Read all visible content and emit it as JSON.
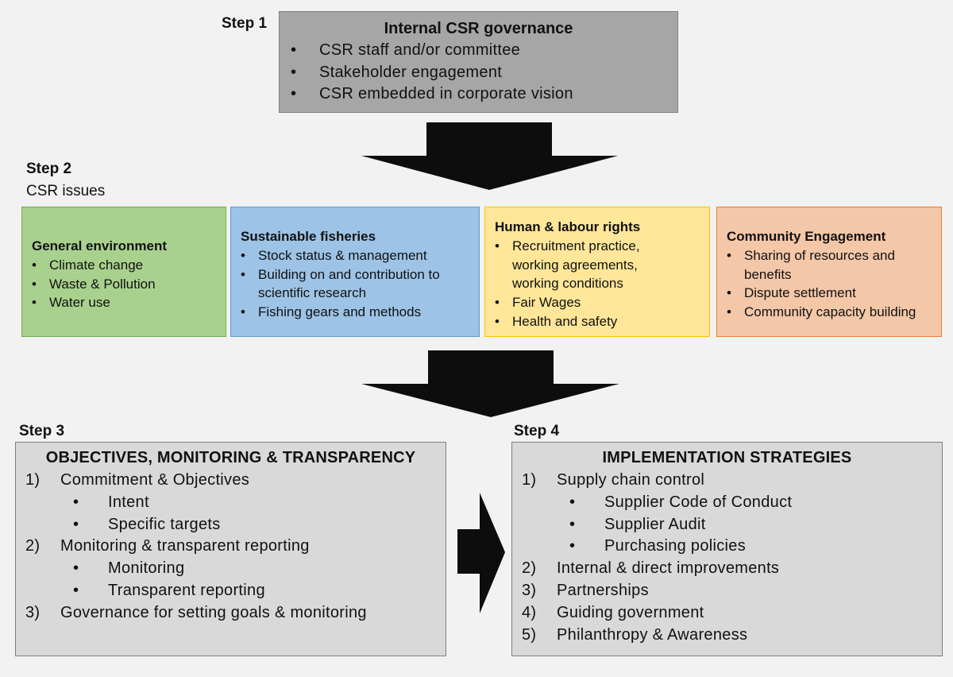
{
  "steps": {
    "step1": "Step 1",
    "step2": "Step 2",
    "step2_sub": "CSR issues",
    "step3": "Step 3",
    "step4": "Step 4"
  },
  "governance": {
    "title": "Internal CSR governance",
    "items": [
      "CSR staff and/or committee",
      "Stakeholder engagement",
      "CSR embedded in corporate vision"
    ]
  },
  "issues": [
    {
      "title": "General environment",
      "items": [
        "Climate change",
        "Waste & Pollution",
        "Water use"
      ],
      "color": "#a9d18e",
      "border": "#70ad47"
    },
    {
      "title": "Sustainable fisheries",
      "items": [
        "Stock status & management",
        "Building on and contribution to scientific research",
        "Fishing gears and methods"
      ],
      "color": "#9dc3e6",
      "border": "#5b9bd5"
    },
    {
      "title": "Human & labour rights",
      "items": [
        "Recruitment practice, working agreements, working conditions",
        "Fair Wages",
        "Health and safety"
      ],
      "color": "#ffe699",
      "border": "#ffc000"
    },
    {
      "title": "Community Engagement",
      "items": [
        "Sharing of resources and benefits",
        "Dispute settlement",
        "Community capacity building"
      ],
      "color": "#f4c7a8",
      "border": "#ed7d31"
    }
  ],
  "objectives": {
    "title": "OBJECTIVES, MONITORING & TRANSPARENCY",
    "items": [
      {
        "num": "1)",
        "text": "Commitment & Objectives",
        "sub": [
          "Intent",
          "Specific targets"
        ]
      },
      {
        "num": "2)",
        "text": "Monitoring & transparent reporting",
        "sub": [
          "Monitoring",
          "Transparent reporting"
        ]
      },
      {
        "num": "3)",
        "text": "Governance for setting goals & monitoring",
        "sub": []
      }
    ]
  },
  "implementation": {
    "title": "IMPLEMENTATION STRATEGIES",
    "items": [
      {
        "num": "1)",
        "text": "Supply chain control",
        "sub": [
          "Supplier Code of Conduct",
          "Supplier Audit",
          "Purchasing policies"
        ]
      },
      {
        "num": "2)",
        "text": "Internal  & direct improvements",
        "sub": []
      },
      {
        "num": "3)",
        "text": "Partnerships",
        "sub": []
      },
      {
        "num": "4)",
        "text": "Guiding government",
        "sub": []
      },
      {
        "num": "5)",
        "text": "Philanthropy & Awareness",
        "sub": []
      }
    ]
  },
  "bullet_char": "•",
  "colors": {
    "arrow": "#0d0d0d",
    "gov_fill": "#a6a6a6",
    "box_fill": "#d9d9d9",
    "box_border": "#7f7f7f"
  }
}
